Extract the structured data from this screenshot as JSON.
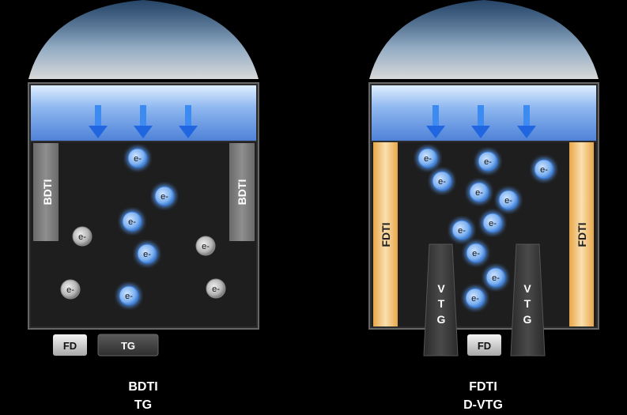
{
  "left_pixel": {
    "isolation_label": "BDTI",
    "fd_label": "FD",
    "tg_label": "TG",
    "electron_label": "e-",
    "caption_line1": "BDTI",
    "caption_line2": "TG"
  },
  "right_pixel": {
    "isolation_label": "FDTI",
    "fd_label": "FD",
    "vtg_letters": [
      "V",
      "T",
      "G"
    ],
    "electron_label": "e-",
    "caption_line1": "FDTI",
    "caption_line2": "D-VTG"
  },
  "colors": {
    "background": "#000000",
    "light_blue": "#6f9fe6",
    "electron_blue": "#5a9be8",
    "fdti_orange": "#f2b760",
    "bdti_gray": "#7a7a7a"
  }
}
